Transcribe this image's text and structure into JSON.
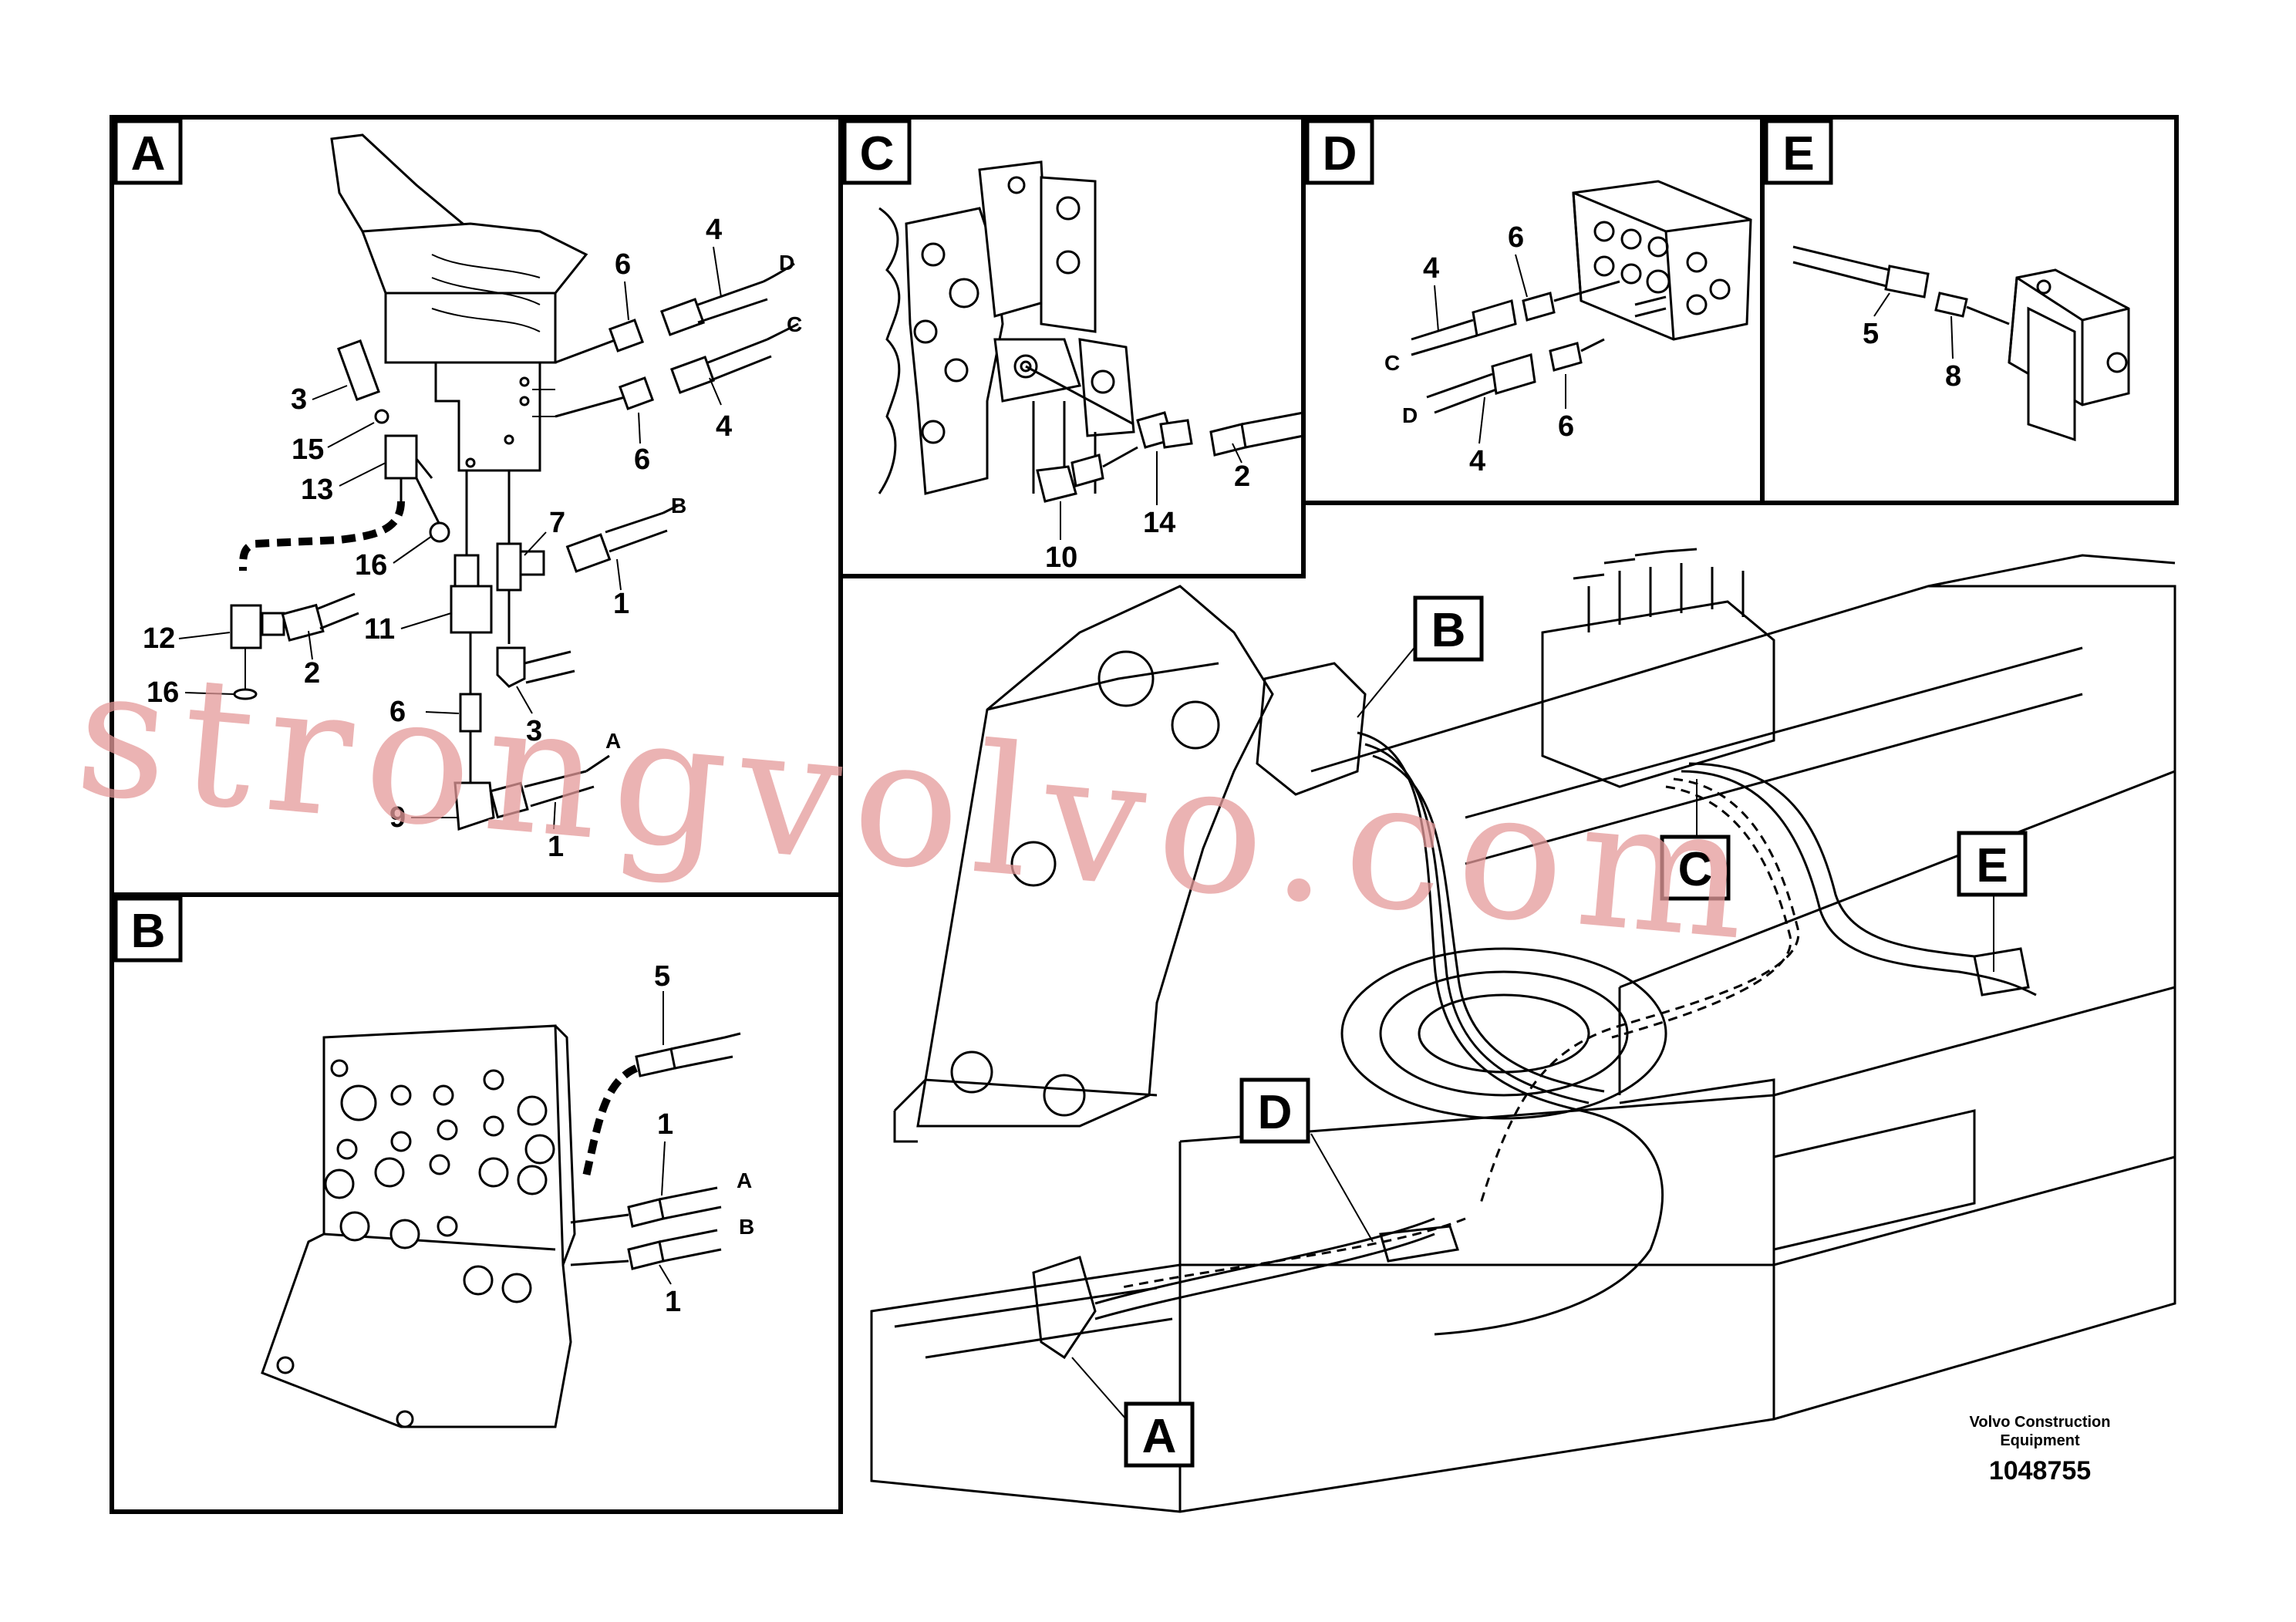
{
  "panels": {
    "A": {
      "tag": "A"
    },
    "B": {
      "tag": "B"
    },
    "C": {
      "tag": "C"
    },
    "D": {
      "tag": "D"
    },
    "E": {
      "tag": "E"
    }
  },
  "callouts": {
    "a": [
      "4",
      "D",
      "6",
      "C",
      "6",
      "4",
      "3",
      "15",
      "13",
      "7",
      "B",
      "16",
      "1",
      "12",
      "2",
      "11",
      "16",
      "6",
      "3",
      "A",
      "9",
      "1"
    ],
    "b": [
      "5",
      "1",
      "A",
      "B",
      "1"
    ],
    "c": [
      "2",
      "14",
      "10"
    ],
    "d": [
      "6",
      "4",
      "C",
      "D",
      "4",
      "6"
    ],
    "e": [
      "5",
      "8"
    ]
  },
  "overview_tags": [
    "B",
    "C",
    "E",
    "D",
    "A"
  ],
  "watermark": "strongvolvo.com",
  "footer": {
    "company_line1": "Volvo Construction",
    "company_line2": "Equipment",
    "drawing_number": "1048755"
  }
}
